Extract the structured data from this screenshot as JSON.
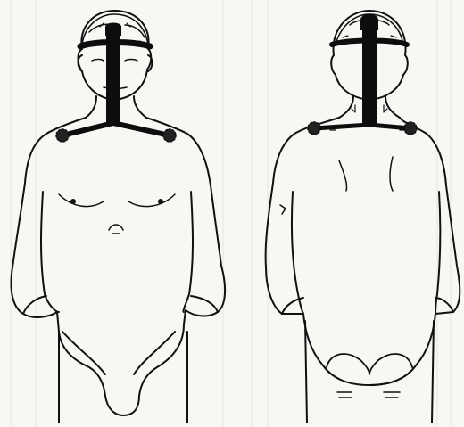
{
  "figures": [
    {
      "id": "front",
      "view": "front"
    },
    {
      "id": "back",
      "view": "back"
    }
  ],
  "colors": {
    "paper": "#f7f7f4",
    "ink": "#111111",
    "bar": "#0d0d0d",
    "faint": "#d9d6cf"
  }
}
